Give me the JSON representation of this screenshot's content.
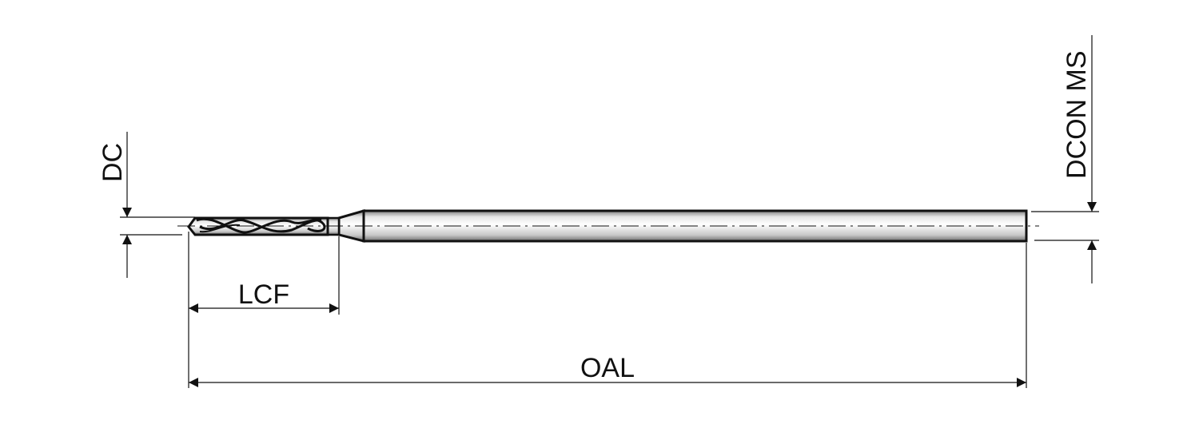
{
  "diagram": {
    "labels": {
      "dc": "DC",
      "dcon_ms": "DCON MS",
      "lcf": "LCF",
      "oal": "OAL"
    },
    "colors": {
      "line": "#111111",
      "body_light": "#f4f4f4",
      "body_dark": "#8a8a8a"
    }
  }
}
